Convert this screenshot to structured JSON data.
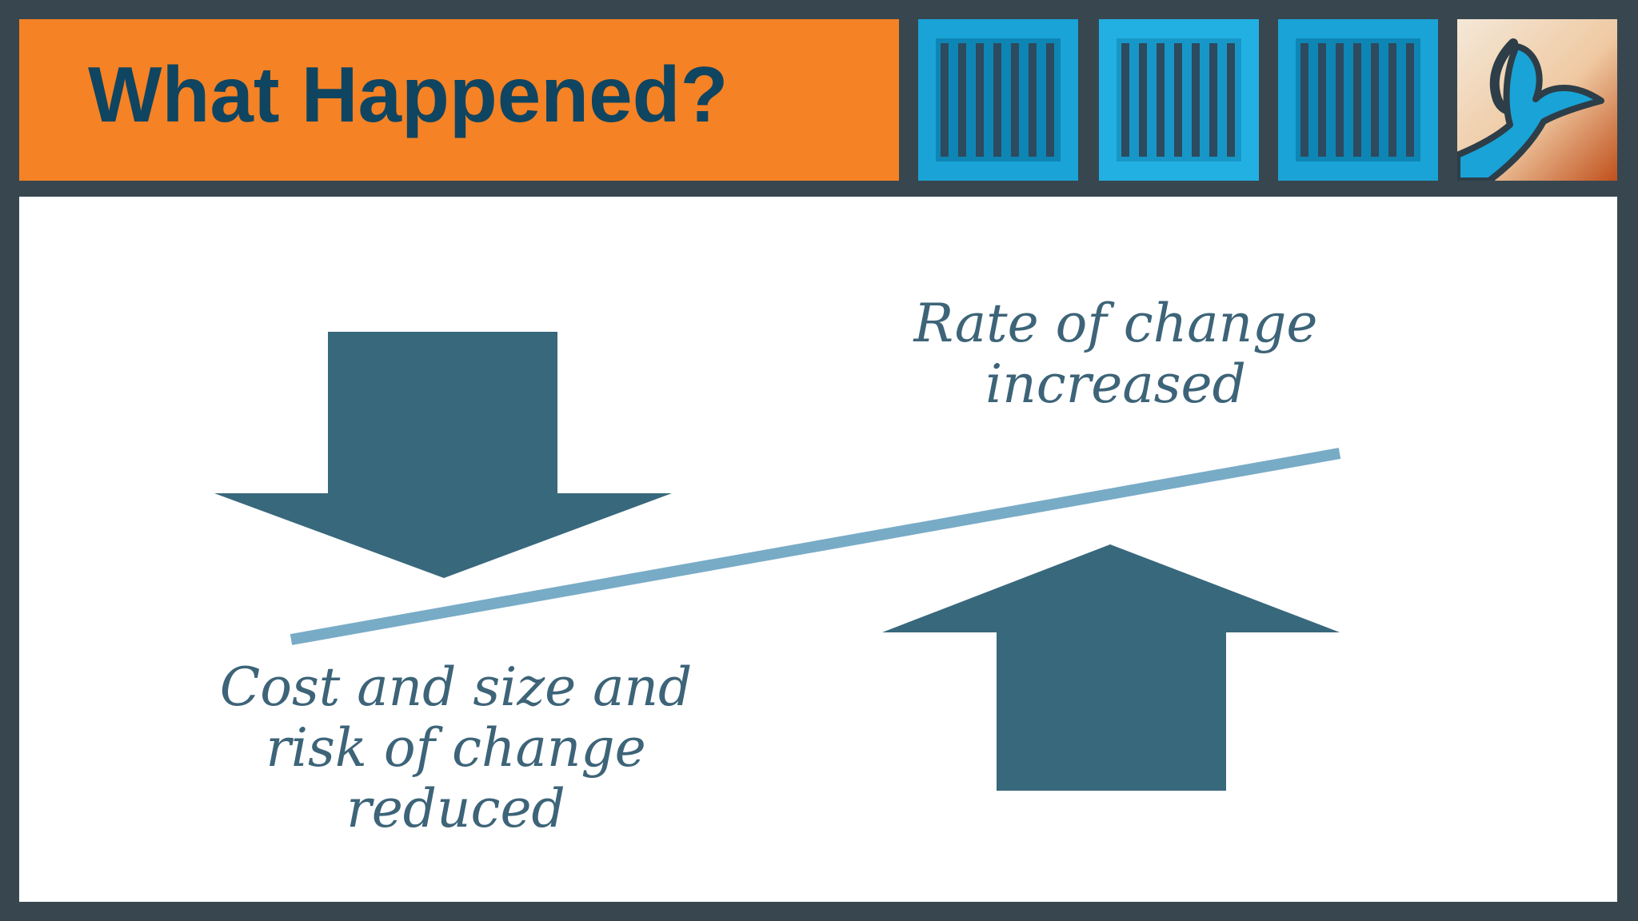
{
  "slide": {
    "title": "What Happened?"
  },
  "header": {
    "tiles": [
      {
        "icon": "container-bars-icon"
      },
      {
        "icon": "container-bars-icon"
      },
      {
        "icon": "container-bars-icon"
      }
    ],
    "logo": {
      "icon": "bird-logo-icon"
    }
  },
  "diagram": {
    "rate_caption": {
      "line1": "Rate of change",
      "line2": "increased"
    },
    "cost_caption": {
      "line1": "Cost and size and",
      "line2": "risk of change",
      "line3": "reduced"
    },
    "arrows": {
      "left": {
        "direction": "down",
        "icon": "down-arrow-icon"
      },
      "right": {
        "direction": "up",
        "icon": "up-arrow-icon"
      }
    }
  },
  "colors": {
    "frame": "#38474f",
    "title_bar": "#f58225",
    "title_text": "#0f4560",
    "tile": "#1aa3d6",
    "tile_dark": "#0e86b5",
    "arrow": "#38687c",
    "line": "#78abc6",
    "caption": "#3d6478"
  }
}
